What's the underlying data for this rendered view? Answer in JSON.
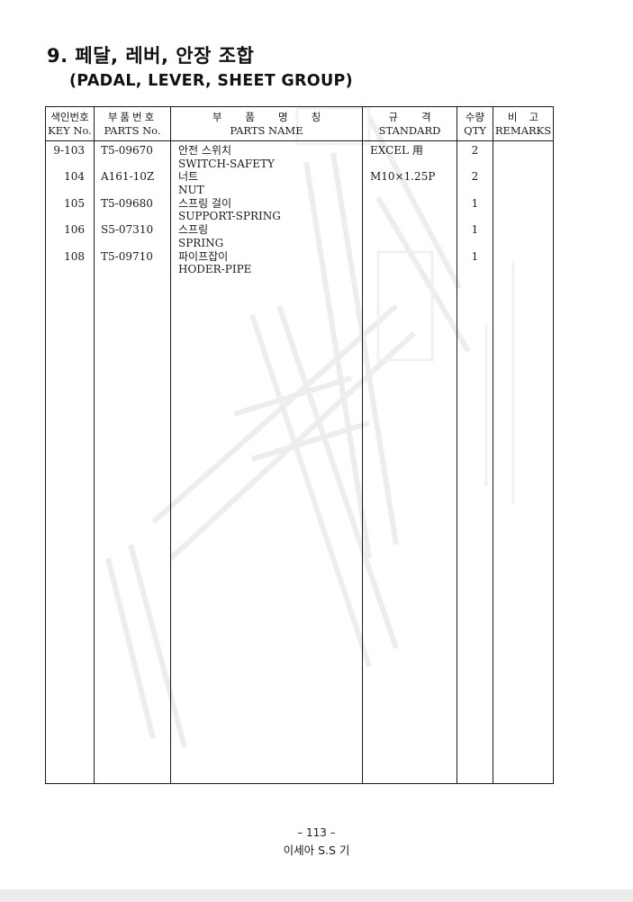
{
  "title": {
    "korean": "9. 페달, 레버, 안장 조합",
    "english": "(PADAL, LEVER, SHEET GROUP)"
  },
  "table": {
    "headers": {
      "key_ko": "색인번호",
      "key_en": "KEY No.",
      "part_ko": "부품번호",
      "part_en": "PARTS No.",
      "name_ko": "부품명칭",
      "name_en": "PARTS NAME",
      "std_ko": "규격",
      "std_en": "STANDARD",
      "qty_ko": "수량",
      "qty_en": "QTY",
      "rem_ko": "비고",
      "rem_en": "REMARKS"
    },
    "rows": [
      {
        "key": "9-103",
        "part": "T5-09670",
        "name_ko": "안전 스위치",
        "name_en": "SWITCH-SAFETY",
        "std": "EXCEL 用",
        "qty": "2"
      },
      {
        "key": "104",
        "part": "A161-10Z",
        "name_ko": "너트",
        "name_en": "NUT",
        "std": "M10×1.25P",
        "qty": "2"
      },
      {
        "key": "105",
        "part": "T5-09680",
        "name_ko": "스프링 걸이",
        "name_en": "SUPPORT-SPRING",
        "std": "",
        "qty": "1"
      },
      {
        "key": "106",
        "part": "S5-07310",
        "name_ko": "스프링",
        "name_en": "SPRING",
        "std": "",
        "qty": "1"
      },
      {
        "key": "108",
        "part": "T5-09710",
        "name_ko": "파이프잡이",
        "name_en": "HODER-PIPE",
        "std": "",
        "qty": "1"
      }
    ]
  },
  "footer": {
    "page": "– 113 –",
    "company": "이세아 S.S 기"
  }
}
